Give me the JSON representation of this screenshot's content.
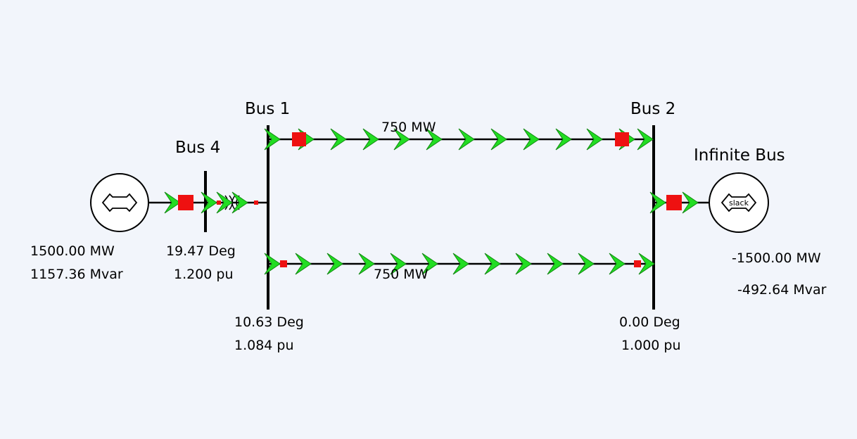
{
  "buses": {
    "bus1": {
      "name": "Bus 1",
      "angle": "10.63 Deg",
      "voltage": "1.084 pu"
    },
    "bus2": {
      "name": "Bus 2",
      "angle": "0.00 Deg",
      "voltage": "1.000 pu"
    },
    "bus4": {
      "name": "Bus 4",
      "angle": "19.47 Deg",
      "voltage": "1.200 pu"
    },
    "infinite": {
      "name": "Infinite Bus",
      "mw": "-1500.00 MW",
      "mvar": "-492.64 Mvar"
    }
  },
  "generator": {
    "mw": "1500.00 MW",
    "mvar": "1157.36 Mvar"
  },
  "lines": {
    "top": {
      "flow": "750 MW"
    },
    "bottom": {
      "flow": "750 MW"
    }
  },
  "slack_label": "slack",
  "colors": {
    "background": "#f2f5fb",
    "flow_arrow": "#22dd22",
    "breaker": "#ee1111",
    "line": "#000000"
  }
}
